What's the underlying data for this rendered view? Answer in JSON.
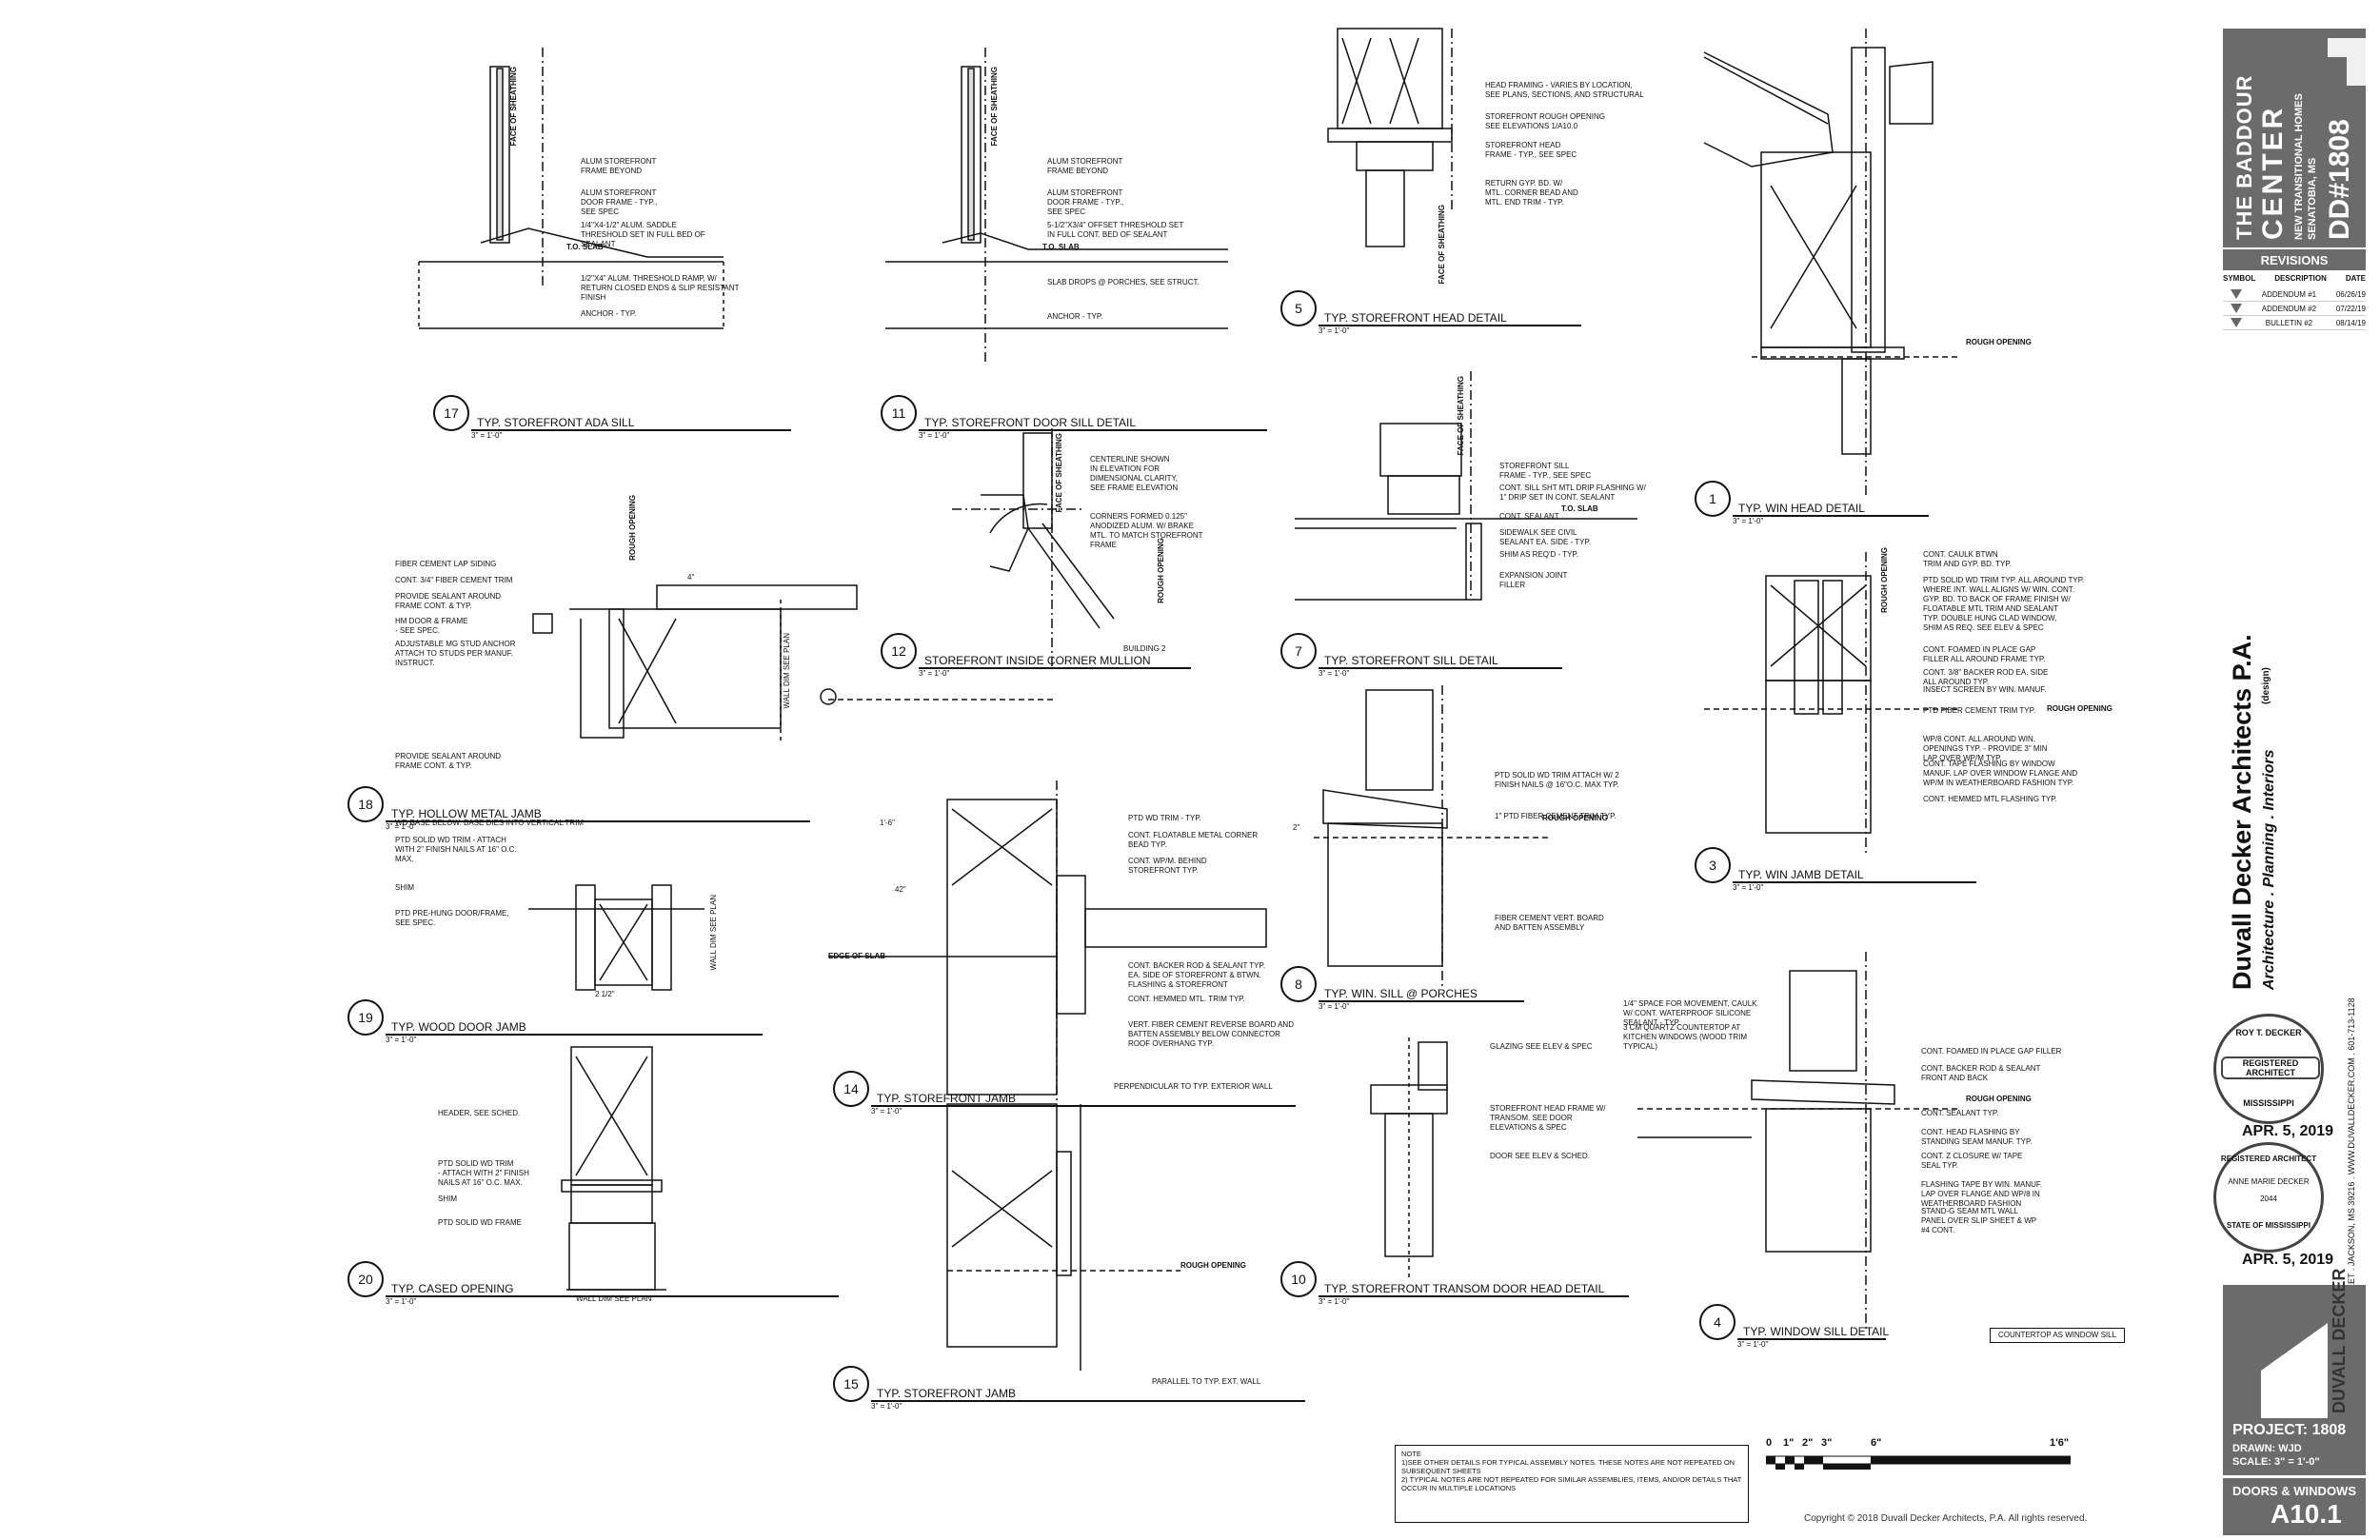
{
  "details": [
    {
      "id": "d17",
      "num": "17",
      "title": "TYP. STOREFRONT ADA SILL",
      "scale": "3\" = 1'-0\""
    },
    {
      "id": "d11",
      "num": "11",
      "title": "TYP. STOREFRONT DOOR SILL DETAIL",
      "scale": "3\" = 1'-0\""
    },
    {
      "id": "d5",
      "num": "5",
      "title": "TYP. STOREFRONT HEAD DETAIL",
      "scale": "3\" = 1'-0\""
    },
    {
      "id": "d1",
      "num": "1",
      "title": "TYP. WIN HEAD DETAIL",
      "scale": "3\" = 1'-0\""
    },
    {
      "id": "d12",
      "num": "12",
      "title": "STOREFRONT INSIDE CORNER MULLION",
      "scale": "3\" = 1'-0\"",
      "extra": "BUILDING 2"
    },
    {
      "id": "d7",
      "num": "7",
      "title": "TYP. STOREFRONT SILL DETAIL",
      "scale": "3\" = 1'-0\""
    },
    {
      "id": "d18",
      "num": "18",
      "title": "TYP. HOLLOW METAL JAMB",
      "scale": "3\" = 1'-0\""
    },
    {
      "id": "d3",
      "num": "3",
      "title": "TYP. WIN JAMB DETAIL",
      "scale": "3\" = 1'-0\""
    },
    {
      "id": "d19",
      "num": "19",
      "title": "TYP. WOOD DOOR JAMB",
      "scale": "3\" = 1'-0\""
    },
    {
      "id": "d14",
      "num": "14",
      "title": "TYP. STOREFRONT JAMB",
      "scale": "3\" = 1'-0\"",
      "extra": "PERPENDICULAR TO TYP. EXTERIOR WALL"
    },
    {
      "id": "d8",
      "num": "8",
      "title": "TYP. WIN. SILL @ PORCHES",
      "scale": "3\" = 1'-0\""
    },
    {
      "id": "d20",
      "num": "20",
      "title": "TYP. CASED OPENING",
      "scale": "3\" = 1'-0\""
    },
    {
      "id": "d10",
      "num": "10",
      "title": "TYP. STOREFRONT TRANSOM DOOR HEAD DETAIL",
      "scale": "3\" = 1'-0\""
    },
    {
      "id": "d4",
      "num": "4",
      "title": "TYP. WINDOW SILL DETAIL",
      "scale": "3\" = 1'-0\""
    },
    {
      "id": "d15",
      "num": "15",
      "title": "TYP. STOREFRONT JAMB",
      "scale": "3\" = 1'-0\"",
      "extra": "PARALLEL TO TYP. EXT. WALL"
    }
  ],
  "notes": {
    "d17": [
      "ALUM STOREFRONT\nFRAME BEYOND",
      "ALUM STOREFRONT\nDOOR FRAME - TYP.,\nSEE SPEC",
      "1/4\"x4-1/2\" ALUM. SADDLE\nTHRESHOLD SET IN FULL BED OF\nSEALANT",
      "1/2\"x4\" ALUM. THRESHOLD RAMP, W/\nRETURN CLOSED ENDS & SLIP RESISTANT\nFINISH",
      "ANCHOR - TYP."
    ],
    "d11": [
      "ALUM STOREFRONT\nFRAME BEYOND",
      "ALUM STOREFRONT\nDOOR FRAME - TYP.,\nSEE SPEC",
      "5-1/2\"x3/4\" OFFSET THRESHOLD SET\nIN FULL CONT. BED OF SEALANT",
      "SLAB DROPS @ PORCHES, SEE STRUCT.",
      "ANCHOR - TYP."
    ],
    "d5": [
      "HEAD FRAMING - VARIES BY LOCATION,\nSEE PLANS, SECTIONS, AND STRUCTURAL",
      "STOREFRONT ROUGH OPENING\nSEE ELEVATIONS 1/A10.0",
      "STOREFRONT HEAD\nFRAME - TYP., SEE SPEC",
      "RETURN GYP. BD. W/\nMTL. CORNER BEAD AND\nMTL. END TRIM - TYP."
    ],
    "d12": [
      "CENTERLINE SHOWN\nIN ELEVATION FOR\nDIMENSIONAL CLARITY,\nSEE FRAME ELEVATION",
      "CORNERS FORMED 0.125\"\nANODIZED ALUM. W/ BRAKE\nMTL. TO MATCH STOREFRONT\nFRAME"
    ],
    "d7": [
      "STOREFRONT SILL\nFRAME - TYP., SEE SPEC",
      "CONT. SILL SHT MTL DRIP FLASHING W/\n1\" DRIP SET IN CONT. SEALANT",
      "CONT. SEALANT",
      "SIDEWALK SEE CIVIL\nSEALANT EA. SIDE - TYP.",
      "SHIM AS REQ'D - TYP.",
      "EXPANSION JOINT\nFILLER"
    ],
    "d18": [
      "FIBER CEMENT LAP SIDING",
      "CONT. 3/4\" FIBER CEMENT TRIM",
      "PROVIDE SEALANT AROUND\nFRAME CONT. & TYP.",
      "HM DOOR & FRAME\n- SEE SPEC.",
      "ADJUSTABLE MG STUD ANCHOR\nATTACH TO STUDS PER MANUF.\nINSTRUCT.",
      "PROVIDE SEALANT AROUND\nFRAME CONT. & TYP."
    ],
    "d3": [
      "CONT. CAULK BTWN\nTRIM AND GYP. BD. TYP.",
      "PTD SOLID WD TRIM TYP. ALL AROUND TYP.\nWHERE INT. WALL ALIGNS W/ WIN. CONT.\nGYP. BD. TO BACK OF FRAME FINISH W/\nFLOATABLE MTL TRIM AND SEALANT",
      "TYP. DOUBLE HUNG CLAD WINDOW,\nSHIM AS REQ. SEE ELEV & SPEC",
      "CONT. FOAMED IN PLACE GAP\nFILLER ALL AROUND FRAME TYP.",
      "CONT. 3/8\" BACKER ROD EA. SIDE\nALL AROUND TYP.",
      "INSECT SCREEN BY WIN. MANUF.",
      "PTD FIBER CEMENT TRIM TYP.",
      "WP/8 CONT. ALL AROUND WIN.\nOPENINGS TYP. - PROVIDE 3\" MIN\nLAP OVER WP/M TYP.",
      "CONT. TAPE FLASHING BY WINDOW\nMANUF. LAP OVER WINDOW FLANGE AND\nWP/M IN WEATHERBOARD FASHION TYP.",
      "CONT. HEMMED MTL FLASHING TYP."
    ],
    "d19": [
      "WD BASE BELOW. BASE DIES INTO VERTICAL TRIM",
      "PTD SOLID WD TRIM - ATTACH\nWITH 2\" FINISH NAILS AT 16\" O.C.\nMAX.",
      "SHIM",
      "PTD PRE-HUNG DOOR/FRAME,\nSEE SPEC."
    ],
    "d14": [
      "PTD WD TRIM - TYP.",
      "CONT. FLOATABLE METAL CORNER\nBEAD TYP.",
      "CONT. WP/M. BEHIND\nSTOREFRONT TYP.",
      "CONT. BACKER ROD & SEALANT TYP.\nEA. SIDE OF STOREFRONT & BTWN.\nFLASHING & STOREFRONT",
      "CONT. HEMMED MTL. TRIM TYP.",
      "VERT. FIBER CEMENT REVERSE BOARD AND\nBATTEN ASSEMBLY BELOW CONNECTOR\nROOF OVERHANG TYP."
    ],
    "d8": [
      "PTD SOLID WD TRIM ATTACH W/ 2\nFINISH NAILS @ 16\"O.C. MAX TYP.",
      "1\" PTD FIBER CEMENT TRIM TYP.",
      "FIBER CEMENT VERT. BOARD\nAND BATTEN ASSEMBLY"
    ],
    "d20": [
      "HEADER, SEE SCHED.",
      "PTD SOLID WD TRIM\n- ATTACH WITH 2\" FINISH\nNAILS AT 16\" O.C. MAX.",
      "SHIM",
      "PTD SOLID WD FRAME"
    ],
    "d10": [
      "GLAZING SEE ELEV & SPEC",
      "STOREFRONT HEAD FRAME W/\nTRANSOM. SEE DOOR\nELEVATIONS & SPEC",
      "DOOR SEE ELEV & SCHED."
    ],
    "d4": [
      "1/4\" SPACE FOR MOVEMENT, CAULK\nW/ CONT. WATERPROOF SILICONE\nSEALANT - TYP.",
      "3 CM QUARTZ COUNTERTOP AT\nKITCHEN WINDOWS (WOOD TRIM\nTYPICAL)",
      "CONT. FOAMED IN PLACE GAP FILLER",
      "CONT. BACKER ROD & SEALANT\nFRONT AND BACK",
      "CONT. SEALANT TYP.",
      "CONT. HEAD FLASHING BY\nSTANDING SEAM MANUF. TYP.",
      "CONT. Z CLOSURE W/ TAPE\nSEAL TYP.",
      "FLASHING TAPE BY WIN. MANUF.\nLAP OVER FLANGE AND WP/8 IN\nWEATHERBOARD FASHION",
      "STAND-G SEAM MTL WALL\nPANEL OVER SLIP SHEET & WP\n#4 CONT."
    ],
    "d4_extra": "COUNTERTOP AS WINDOW SILL"
  },
  "markers": {
    "face_of_sheathing": "FACE OF SHEATHING",
    "rough_opening": "ROUGH OPENING",
    "to_slab": "T.O. SLAB",
    "edge_of_slab": "EDGE OF SLAB",
    "wall_dim": "WALL DIM SEE PLAN",
    "dims": [
      "4\"",
      "2 1/2\"",
      "1'-6\"",
      "42\"",
      "2\""
    ]
  },
  "general_notes": "NOTE\n1)SEE OTHER DETAILS FOR TYPICAL ASSEMBLY NOTES. THESE NOTES ARE NOT REPEATED ON SUBSEQUENT SHEETS\n2) TYPICAL NOTES ARE NOT REPEATED FOR SIMILAR ASSEMBLIES, ITEMS, AND/OR DETAILS THAT OCCUR IN MULTIPLE LOCATIONS",
  "scale_bar": {
    "labels": [
      "0",
      "1\"",
      "2\"",
      "3\"",
      "6\"",
      "1'6\""
    ]
  },
  "copyright": "Copyright © 2018 Duvall Decker Architects, P.A. All rights reserved.",
  "title_block": {
    "project_name_1": "THE BADDOUR",
    "project_name_2": "CENTER",
    "project_sub_1": "NEW TRANSITIONAL HOMES",
    "project_sub_2": "SENATOBIA, MS",
    "dd_number": "DD#1808",
    "revisions_heading": "REVISIONS",
    "rev_cols": [
      "SYMBOL",
      "DESCRIPTION",
      "DATE"
    ],
    "revisions": [
      {
        "sym": "1",
        "desc": "ADDENDUM #1",
        "date": "06/26/19"
      },
      {
        "sym": "2",
        "desc": "ADDENDUM #2",
        "date": "07/22/19"
      },
      {
        "sym": "3",
        "desc": "BULLETIN #2",
        "date": "08/14/19"
      }
    ],
    "firm_name": "Duvall Decker Architects P.A.",
    "firm_design": "(design)",
    "firm_sub": "Architecture . Planning . Interiors",
    "firm_address": "2915 NORTH STATE STREET . JACKSON, MS 39216 . WWW.DUVALLDECKER.COM . 601-713-1128",
    "seal1_name": "ROY T. DECKER",
    "seal1_label": "REGISTERED ARCHITECT",
    "seal1_state": "MISSISSIPPI",
    "seal1_date": "APR. 5, 2019",
    "seal2_name": "ANNE MARIE DECKER",
    "seal2_label": "REGISTERED ARCHITECT",
    "seal2_number": "2044",
    "seal2_state": "STATE OF MISSISSIPPI",
    "seal2_date": "APR. 5, 2019",
    "logo_text": "DUVALL DECKER",
    "project_label": "PROJECT: 1808",
    "drawn": "DRAWN: WJD",
    "scale": "SCALE: 3\" = 1'-0\"",
    "sheet_title": "DOORS & WINDOWS",
    "sheet_number": "A10.1"
  }
}
